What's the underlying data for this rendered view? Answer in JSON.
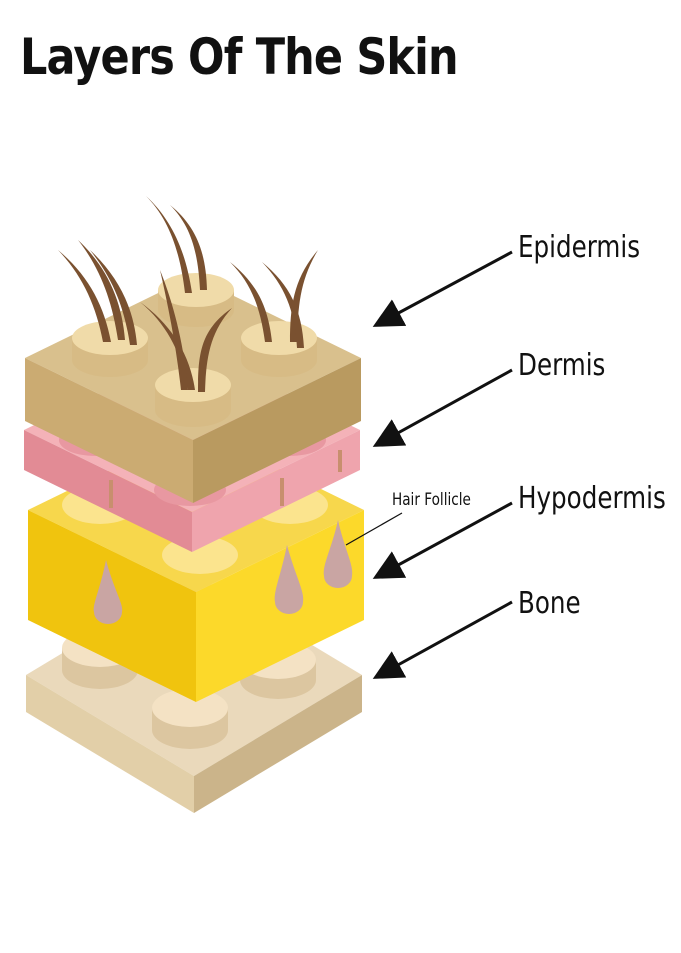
{
  "title": "Layers Of The Skin",
  "labels": {
    "epidermis": "Epidermis",
    "dermis": "Dermis",
    "hypodermis": "Hypodermis",
    "bone": "Bone",
    "hair_follicle": "Hair Follicle"
  },
  "colors": {
    "epidermis": "#d8c08e",
    "dermis": "#f0a8b0",
    "hypodermis": "#f5c51a",
    "bone": "#e6d3b0",
    "hair": "#7a5130",
    "follicle": "#c9a5a3"
  }
}
